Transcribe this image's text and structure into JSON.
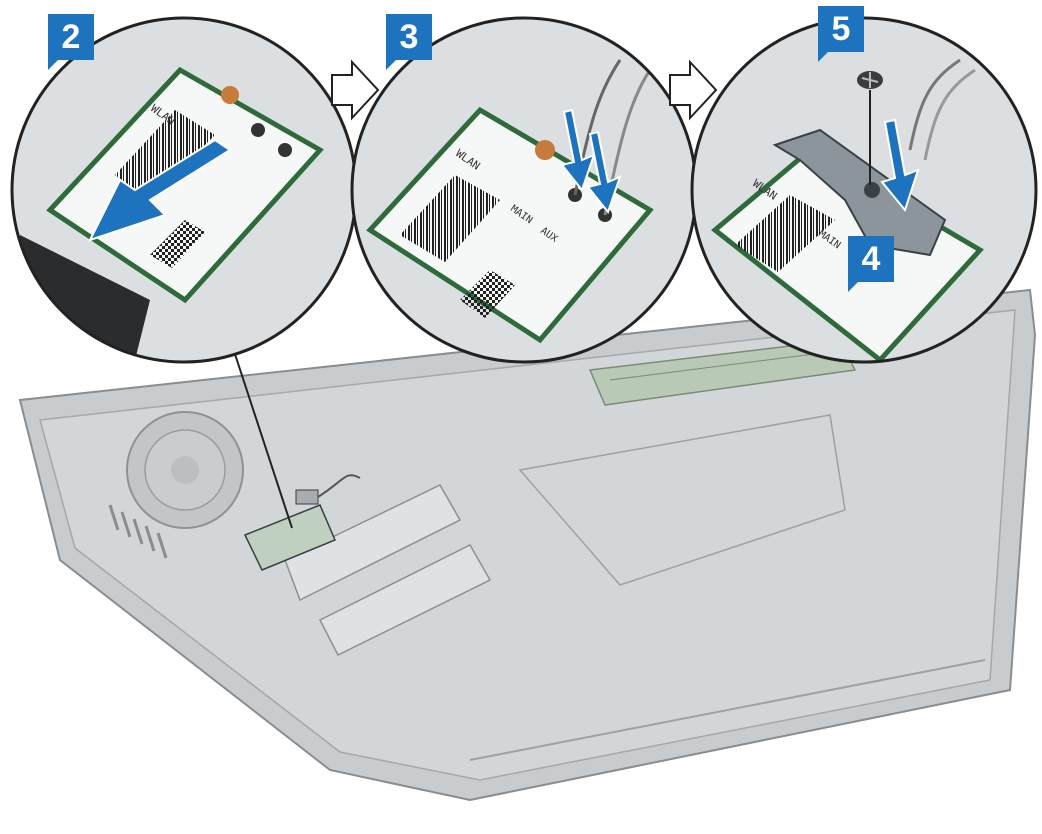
{
  "steps": {
    "step2": "2",
    "step3": "3",
    "step4": "4",
    "step5": "5"
  },
  "card_labels": {
    "wlan": "WLAN",
    "main": "MAIN",
    "aux": "AUX"
  },
  "colors": {
    "step_badge": "#1e73be",
    "arrow_blue": "#1e73be",
    "card_green": "#2f6b3a",
    "laptop_gray": "#c9cccf",
    "outline": "#222222"
  },
  "icons": [
    "chevron-arrow-right-icon",
    "screw-icon",
    "press-arrow-icon"
  ]
}
